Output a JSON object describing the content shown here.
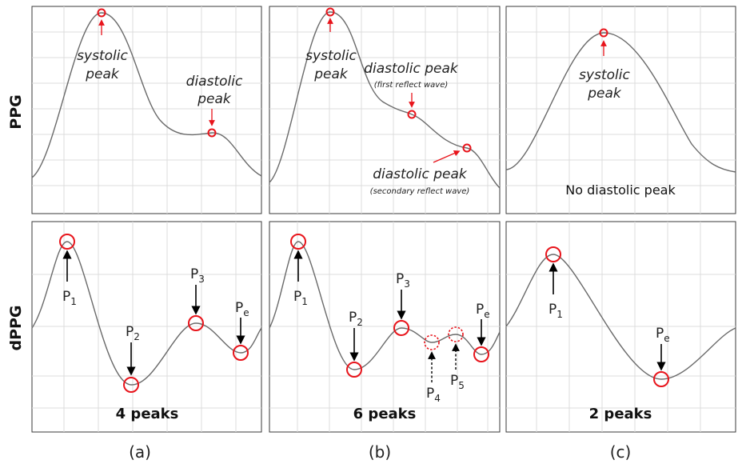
{
  "rows": {
    "top": "PPG",
    "bottom": "dPPG"
  },
  "captions": [
    "(a)",
    "(b)",
    "(c)"
  ],
  "ppg": {
    "a": {
      "systolic": [
        "systolic",
        "peak"
      ],
      "diastolic": [
        "diastolic",
        "peak"
      ]
    },
    "b": {
      "systolic": [
        "systolic",
        "peak"
      ],
      "diastolic_first": "diastolic peak",
      "diastolic_first_note": "(first reflect wave)",
      "diastolic_second": "diastolic peak",
      "diastolic_second_note": "(secondary reflect wave)"
    },
    "c": {
      "systolic": [
        "systolic",
        "peak"
      ],
      "note": "No diastolic peak"
    }
  },
  "dppg": {
    "a": {
      "peaks": [
        {
          "base": "P",
          "sub": "1"
        },
        {
          "base": "P",
          "sub": "2"
        },
        {
          "base": "P",
          "sub": "3"
        },
        {
          "base": "P",
          "sub": "e"
        }
      ],
      "count": "4 peaks"
    },
    "b": {
      "peaks": [
        {
          "base": "P",
          "sub": "1"
        },
        {
          "base": "P",
          "sub": "2"
        },
        {
          "base": "P",
          "sub": "3"
        },
        {
          "base": "P",
          "sub": "4"
        },
        {
          "base": "P",
          "sub": "5"
        },
        {
          "base": "P",
          "sub": "e"
        }
      ],
      "count": "6 peaks"
    },
    "c": {
      "peaks": [
        {
          "base": "P",
          "sub": "1"
        },
        {
          "base": "P",
          "sub": "e"
        }
      ],
      "count": "2 peaks"
    }
  },
  "colors": {
    "marker": "#e8141b",
    "curve": "#6a6a6a",
    "grid": "#dcdcdc",
    "arrow": "#000000"
  }
}
